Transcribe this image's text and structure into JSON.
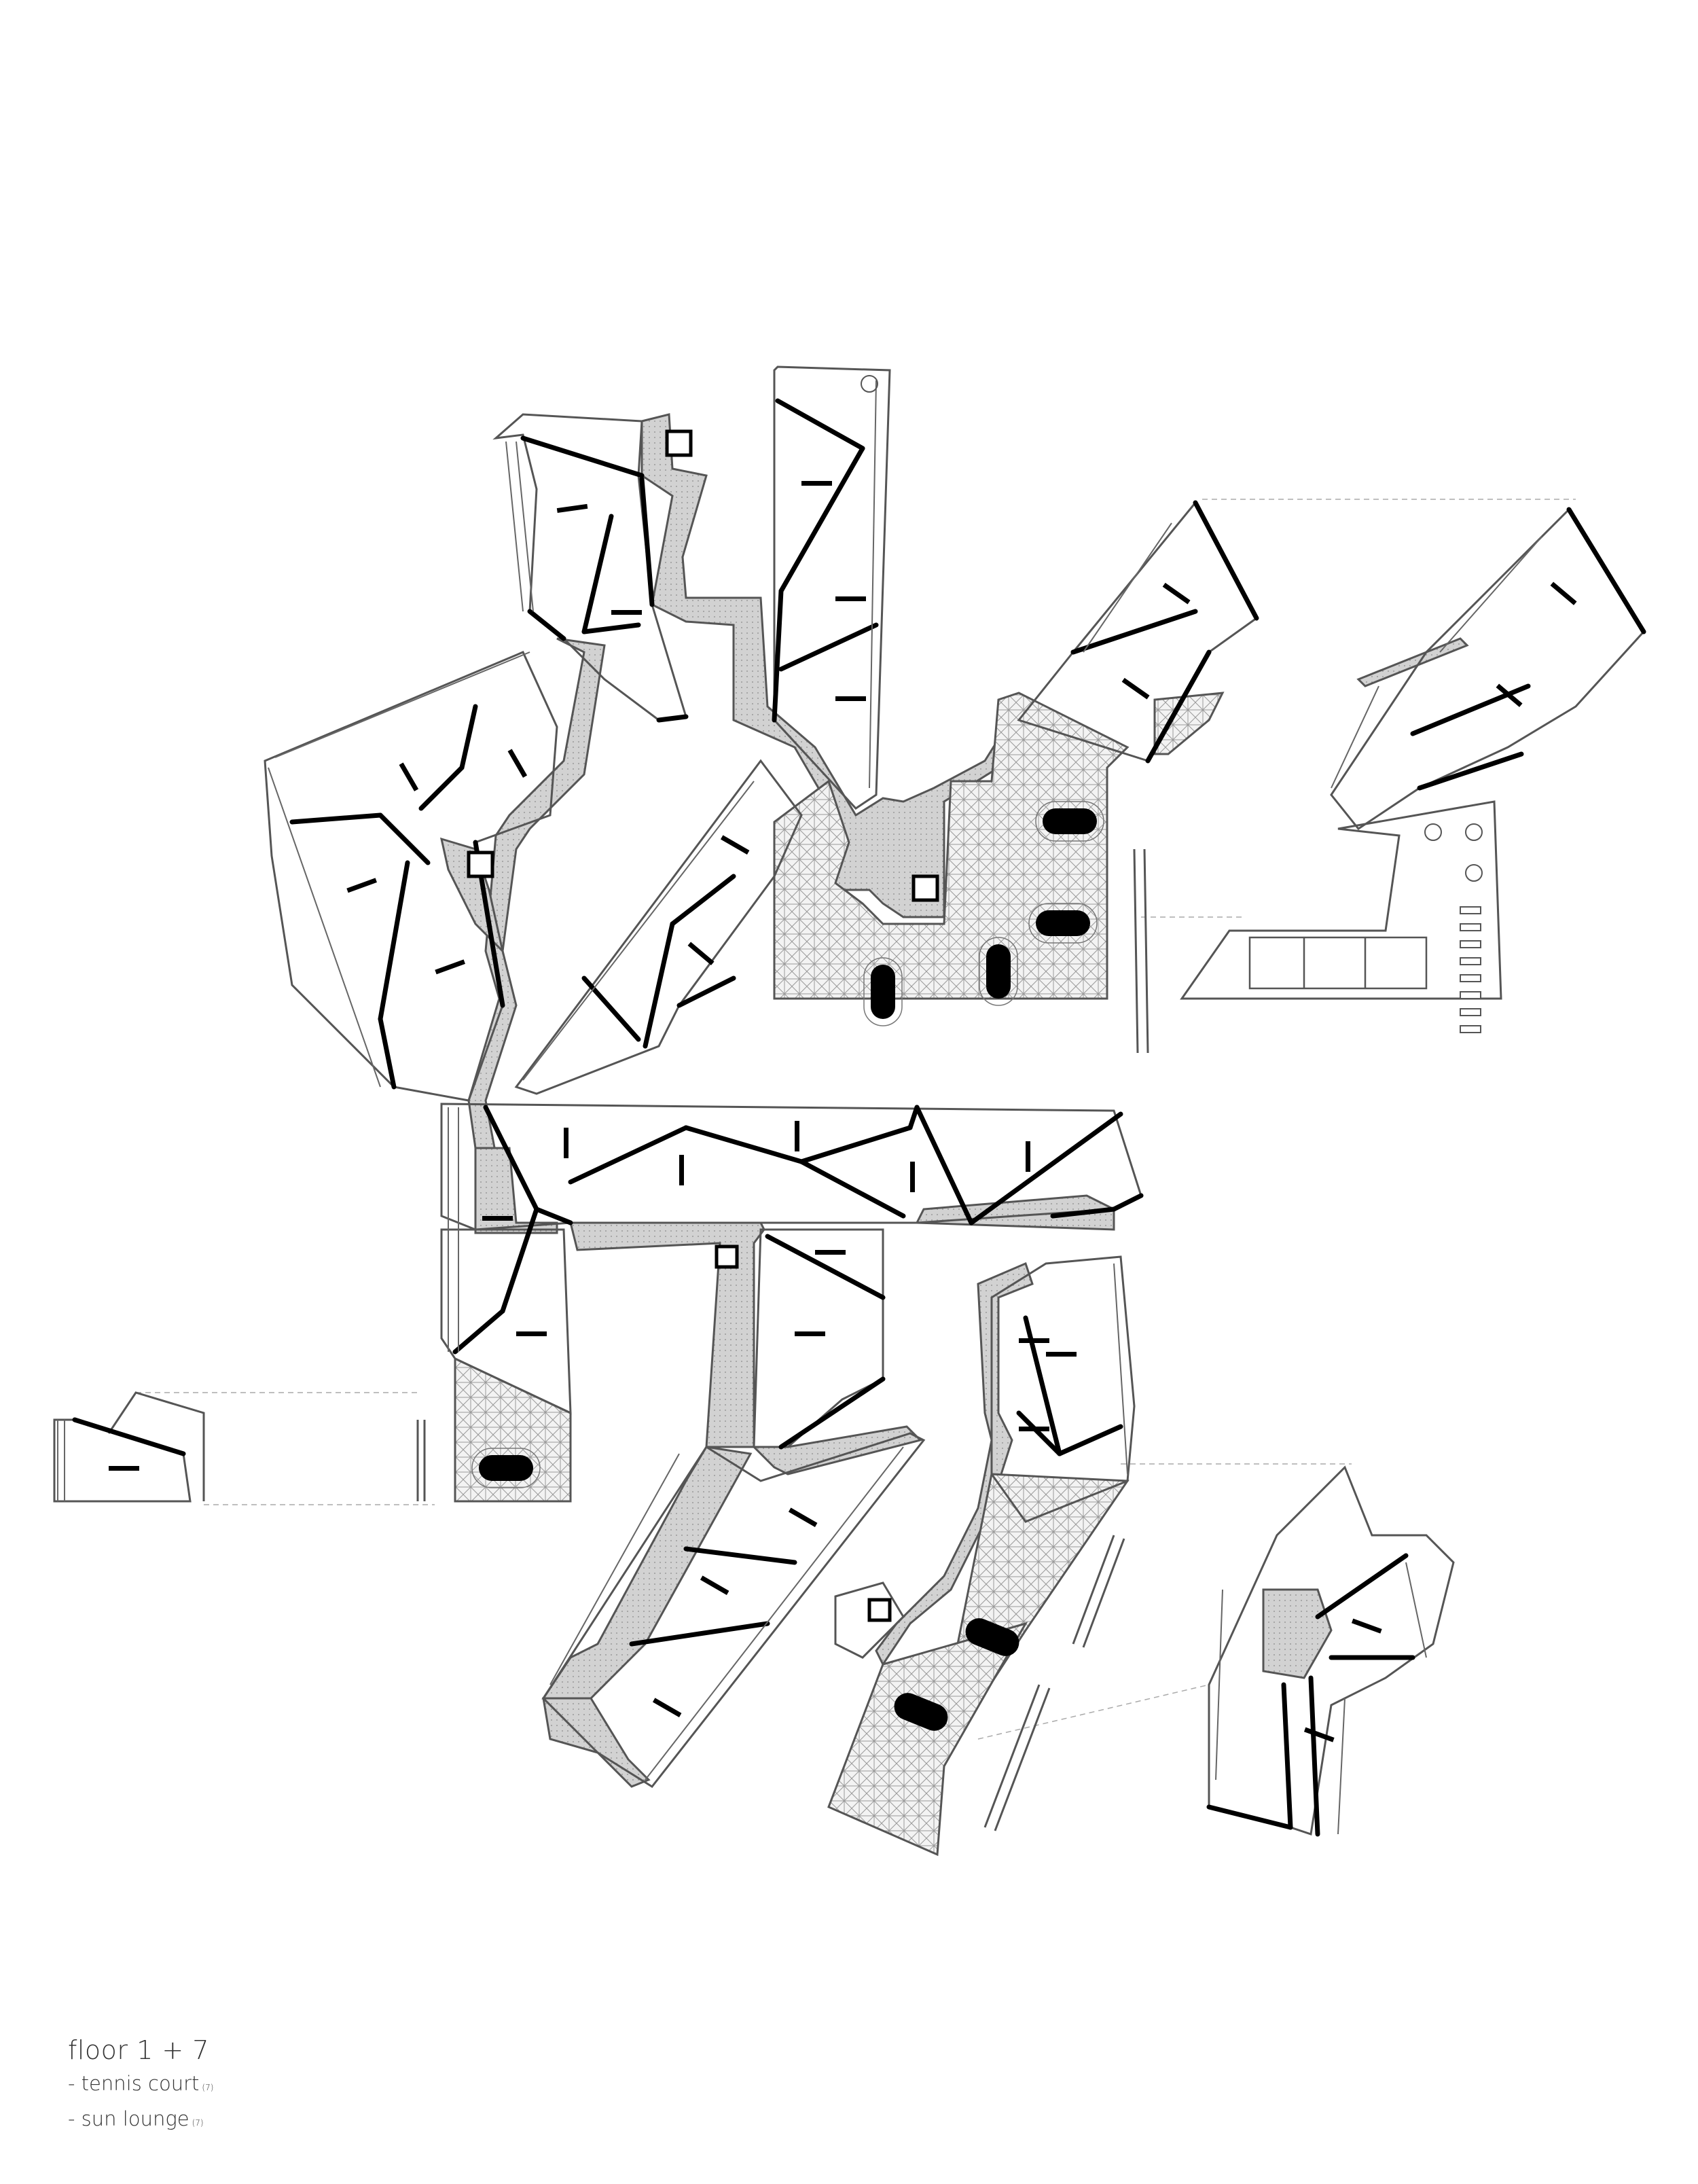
{
  "legend": {
    "title": "floor 1 + 7",
    "items": [
      {
        "label": "- tennis court",
        "note": "(7)"
      },
      {
        "label": "- sun lounge",
        "note": "(7)"
      }
    ]
  },
  "colors": {
    "wall": "#000000",
    "line": "#555555",
    "corridor": "#cfcfcf",
    "paving": "#e9e9e9",
    "background": "#ffffff"
  }
}
